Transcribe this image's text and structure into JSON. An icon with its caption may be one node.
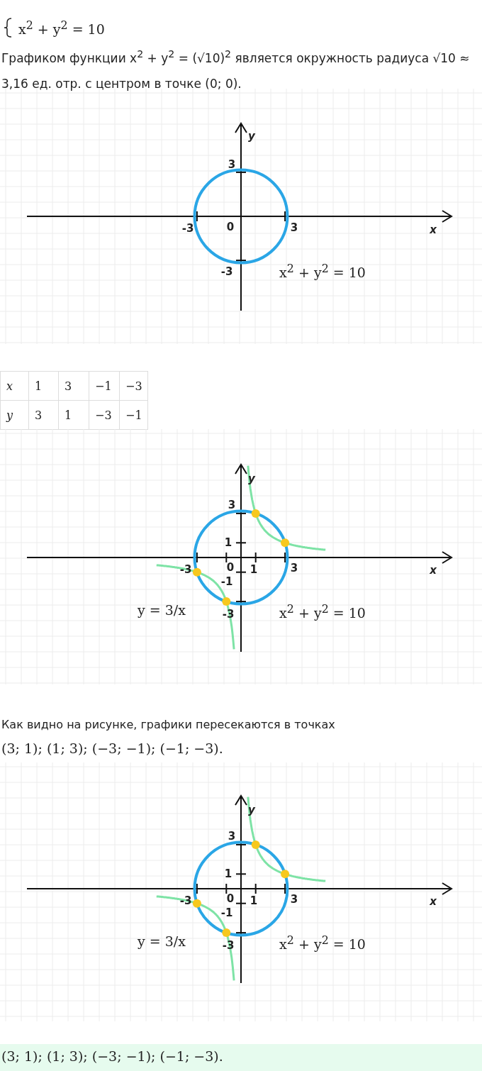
{
  "diagram": {
    "labels": [
      "x$^{2}$ + y$^{2}$ = 10",
      "Графиком функции x$^{2}$ + y$^{2}$ = (√10)$^{2}$ является окружность радиуса √10 ≈ 3,16 ед. отр. с центром в точке (0; 0).",
      "y",
      "3",
      "-3",
      "0",
      "3",
      "x",
      "-3",
      "x$^{2}$ + y$^{2}$ = 10",
      "x",
      "1",
      "3",
      "−1",
      "−3",
      "y",
      "3",
      "1",
      "−3",
      "−1",
      "y",
      "3",
      "1",
      "-3",
      "0",
      "1",
      "3",
      "x",
      "-1",
      "y = 3/x",
      "-3",
      "x$^{2}$ + y$^{2}$ = 10",
      "Как видно на рисунке, графики пересекаются в точках",
      "(3; 1); (1; 3); (−3; −1); (−1; −3).",
      "y",
      "3",
      "1",
      "-3",
      "0",
      "1",
      "3",
      "x",
      "-1",
      "y = 3/x",
      "-3",
      "x$^{2}$ + y$^{2}$ = 10",
      "(3; 1); (1; 3); (−3; −1); (−1; −3)."
    ]
  }
}
